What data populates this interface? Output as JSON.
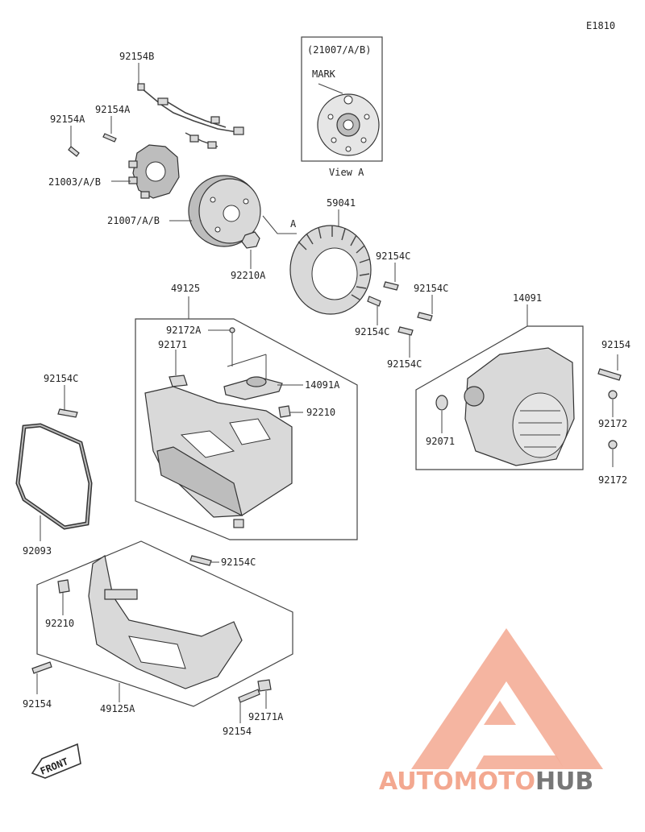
{
  "diagram": {
    "code": "E1810",
    "view": {
      "title": "(21007/A/B)",
      "mark": "MARK",
      "caption": "View A"
    },
    "arrow_ref": "A",
    "front": "FRONT",
    "labels": {
      "p92154B": "92154B",
      "p92154A_1": "92154A",
      "p92154A_2": "92154A",
      "p21003": "21003/A/B",
      "p21007": "21007/A/B",
      "p92210A": "92210A",
      "p59041": "59041",
      "p92154C_1": "92154C",
      "p92154C_2": "92154C",
      "p92154C_3": "92154C",
      "p92154C_4": "92154C",
      "p49125": "49125",
      "p92172A": "92172A",
      "p92171": "92171",
      "p14091A": "14091A",
      "p92210_1": "92210",
      "p92154C_5": "92154C",
      "p92093": "92093",
      "p92154C_6": "92154C",
      "p14091": "14091",
      "p92154_1": "92154",
      "p92172_1": "92172",
      "p92071": "92071",
      "p92172_2": "92172",
      "p92210_2": "92210",
      "p92154_2": "92154",
      "p49125A": "49125A",
      "p92154_3": "92154",
      "p92171A": "92171A"
    }
  },
  "watermark": {
    "part1": "AUTOMOTO",
    "part2": "HUB",
    "accent": "#f08b70",
    "gray": "#777777"
  }
}
